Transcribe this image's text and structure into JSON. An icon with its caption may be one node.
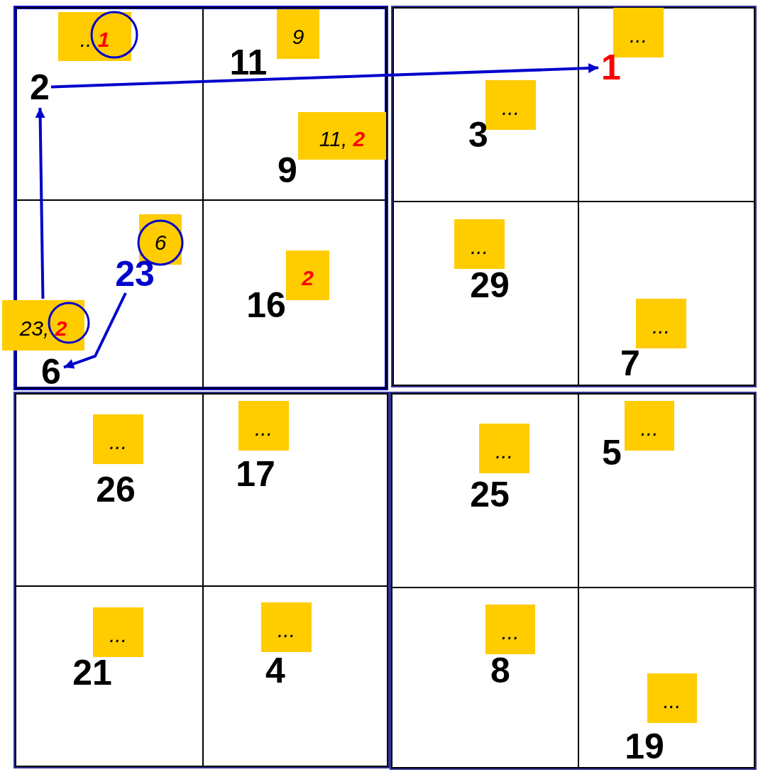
{
  "diagram": {
    "nodes": [
      {
        "text": [],
        "shape": "box"
      },
      {
        "text": [],
        "shape": "box",
        "in": 0
      },
      {
        "text": [
          "2"
        ],
        "in": 1
      },
      {
        "text": [
          ".. **1**"
        ],
        "in": 1
      },
      {
        "text": [],
        "shape": "box",
        "in": 0
      },
      {
        "text": [
          "11"
        ],
        "in": 4
      },
      {
        "text": [
          "9"
        ],
        "in": 4
      },
      {
        "text": [
          "9"
        ],
        "in": 4
      },
      {
        "text": [
          "11, **2**"
        ],
        "in": 4
      },
      {
        "text": [],
        "shape": "box",
        "in": 0
      },
      {
        "text": [
          "23"
        ],
        "in": 9
      },
      {
        "text": [
          "6"
        ],
        "in": 9
      },
      {
        "text": [
          "6"
        ],
        "in": 9
      },
      {
        "text": [
          "23, **2**"
        ]
      },
      {
        "text": [],
        "shape": "box",
        "in": 0
      },
      {
        "text": [
          "16"
        ],
        "in": 14
      },
      {
        "text": [
          "2"
        ],
        "in": 14
      },
      {
        "text": [],
        "shape": "box"
      },
      {
        "text": [],
        "shape": "box",
        "in": 17
      },
      {
        "text": [
          "3"
        ],
        "in": 18
      },
      {
        "text": [
          "..."
        ],
        "in": 18
      },
      {
        "text": [],
        "shape": "box",
        "in": 17
      },
      {
        "text": [
          "1"
        ],
        "in": 21
      },
      {
        "text": [
          "..."
        ],
        "in": 21
      },
      {
        "text": [],
        "shape": "box",
        "in": 17
      },
      {
        "text": [
          "29"
        ],
        "in": 24
      },
      {
        "text": [
          "..."
        ],
        "in": 24
      },
      {
        "text": [],
        "shape": "box",
        "in": 17
      },
      {
        "text": [
          "7"
        ],
        "in": 27
      },
      {
        "text": [
          "..."
        ],
        "in": 27
      },
      {
        "text": [],
        "shape": "box"
      },
      {
        "text": [],
        "shape": "box",
        "in": 30
      },
      {
        "text": [
          "26"
        ],
        "in": 31
      },
      {
        "text": [
          "..."
        ],
        "in": 31
      },
      {
        "text": [],
        "shape": "box",
        "in": 30
      },
      {
        "text": [
          "17"
        ],
        "in": 34
      },
      {
        "text": [
          "..."
        ],
        "in": 34
      },
      {
        "text": [],
        "shape": "box",
        "in": 30
      },
      {
        "text": [
          "21"
        ],
        "in": 37
      },
      {
        "text": [
          "..."
        ],
        "in": 37
      },
      {
        "text": [],
        "shape": "box",
        "in": 30
      },
      {
        "text": [
          "4"
        ],
        "in": 40
      },
      {
        "text": [
          "..."
        ],
        "in": 40
      },
      {
        "text": [],
        "shape": "box"
      },
      {
        "text": [],
        "shape": "box",
        "in": 43
      },
      {
        "text": [
          "25"
        ],
        "in": 44
      },
      {
        "text": [
          "..."
        ],
        "in": 44
      },
      {
        "text": [],
        "shape": "box",
        "in": 43
      },
      {
        "text": [
          "5"
        ],
        "in": 47
      },
      {
        "text": [
          "..."
        ],
        "in": 47
      },
      {
        "text": [],
        "shape": "box",
        "in": 43
      },
      {
        "text": [
          "8"
        ],
        "in": 50
      },
      {
        "text": [
          "..."
        ],
        "in": 50
      },
      {
        "text": [],
        "shape": "box",
        "in": 43
      },
      {
        "text": [
          "19"
        ],
        "in": 53
      },
      {
        "text": [
          "..."
        ],
        "in": 53
      }
    ],
    "edges": [
      {
        "from": 2,
        "to": 22,
        "arrow": "to"
      },
      {
        "from": 13,
        "to": 2,
        "arrow": "to"
      },
      {
        "from": 10,
        "to": 12,
        "arrow": "to"
      }
    ]
  }
}
